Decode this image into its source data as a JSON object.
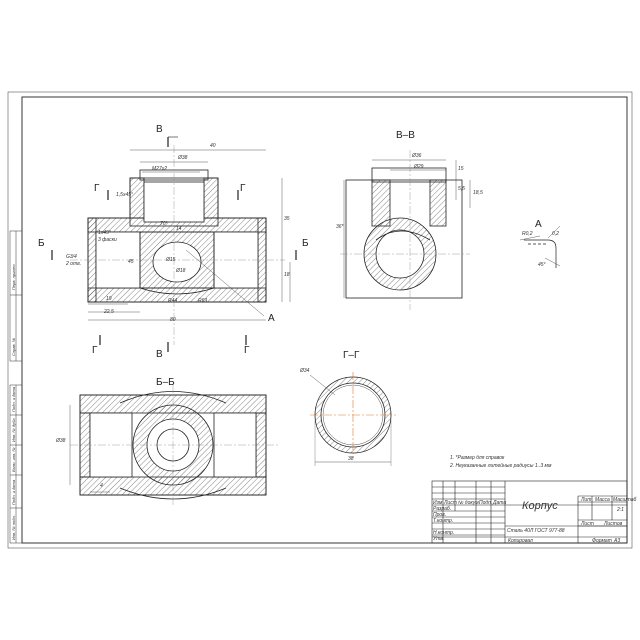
{
  "views": {
    "main": {
      "cut_top": "В",
      "cut_side_left": "Б",
      "cut_side_right": "Б",
      "cut_bottom_left": "Г",
      "cut_bottom_right": "Г",
      "cut_upper_left": "Г",
      "cut_upper_right": "Г",
      "cut_bottom_mid": "В",
      "detail_letter": "А"
    },
    "section_vv": {
      "title": "В–В"
    },
    "section_bb": {
      "title": "Б–Б"
    },
    "section_gg": {
      "title": "Г–Г"
    },
    "detail_a": {
      "title": "А"
    }
  },
  "dimensions": {
    "d40": "40",
    "d38": "Ø38",
    "m27": "M27x2",
    "chamfer1": "1,5x45°",
    "chamfer2": "1x45°",
    "chamfer2b": "3 фаски",
    "g34": "G3/4",
    "g34b": "2 отв.",
    "a70": "70°",
    "d15a": "Ø15",
    "d18": "Ø18",
    "r44": "R44",
    "r69": "R69",
    "d19": "19",
    "d225": "22,5",
    "d80": "80",
    "d35": "35",
    "d18b": "18",
    "d45": "45",
    "d14": "14",
    "vv_d36": "Ø36",
    "vv_d29": "Ø29",
    "vv_15": "15",
    "vv_55": "5,5",
    "vv_185": "18,5",
    "vv_36": "36*",
    "a_r02": "R0,2",
    "a_02": "0,2",
    "a_45": "45°",
    "bb_38": "Ø38",
    "bb_4": "4",
    "gg_34": "Ø34",
    "gg_38": "38"
  },
  "notes": {
    "n1": "1. *Размер для справок",
    "n2": "2. Неуказанные литейные радиусы 1..3 мм"
  },
  "title_block": {
    "name": "Корпус",
    "material": "Сталь 40Л ГОСТ 977-88",
    "lit": "Лит",
    "mass": "Масса",
    "scale": "Масштаб",
    "scale_val": "2:1",
    "sheet": "Лист",
    "sheets": "Листов",
    "copied": "Копировал",
    "format": "Формат",
    "format_val": "А3",
    "rows": [
      "Изм",
      "Лист",
      "№ докум.",
      "Подп.",
      "Дата",
      "Разраб.",
      "Пров.",
      "Т.контр.",
      "Н.контр.",
      "Утв."
    ]
  },
  "side_strip": [
    "Перв. примен.",
    "Справ. №",
    "Подп. и дата",
    "Инв. № дубл.",
    "Взам. инв. №",
    "Подп. и дата",
    "Инв. № подл."
  ]
}
